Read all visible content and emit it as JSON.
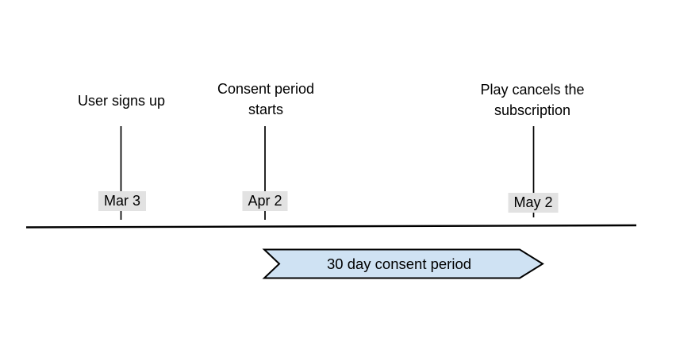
{
  "timeline": {
    "events": [
      {
        "title": "User signs up",
        "date": "Mar 3"
      },
      {
        "title": "Consent period\nstarts",
        "date": "Apr 2"
      },
      {
        "title": "Play cancels the\nsubscription",
        "date": "May 2"
      }
    ],
    "banner": {
      "label": "30 day consent period"
    },
    "colors": {
      "banner_fill": "#cfe2f3",
      "banner_border": "#000000",
      "date_label_bg": "#e2e2e2",
      "line": "#000000",
      "text": "#000000"
    }
  }
}
